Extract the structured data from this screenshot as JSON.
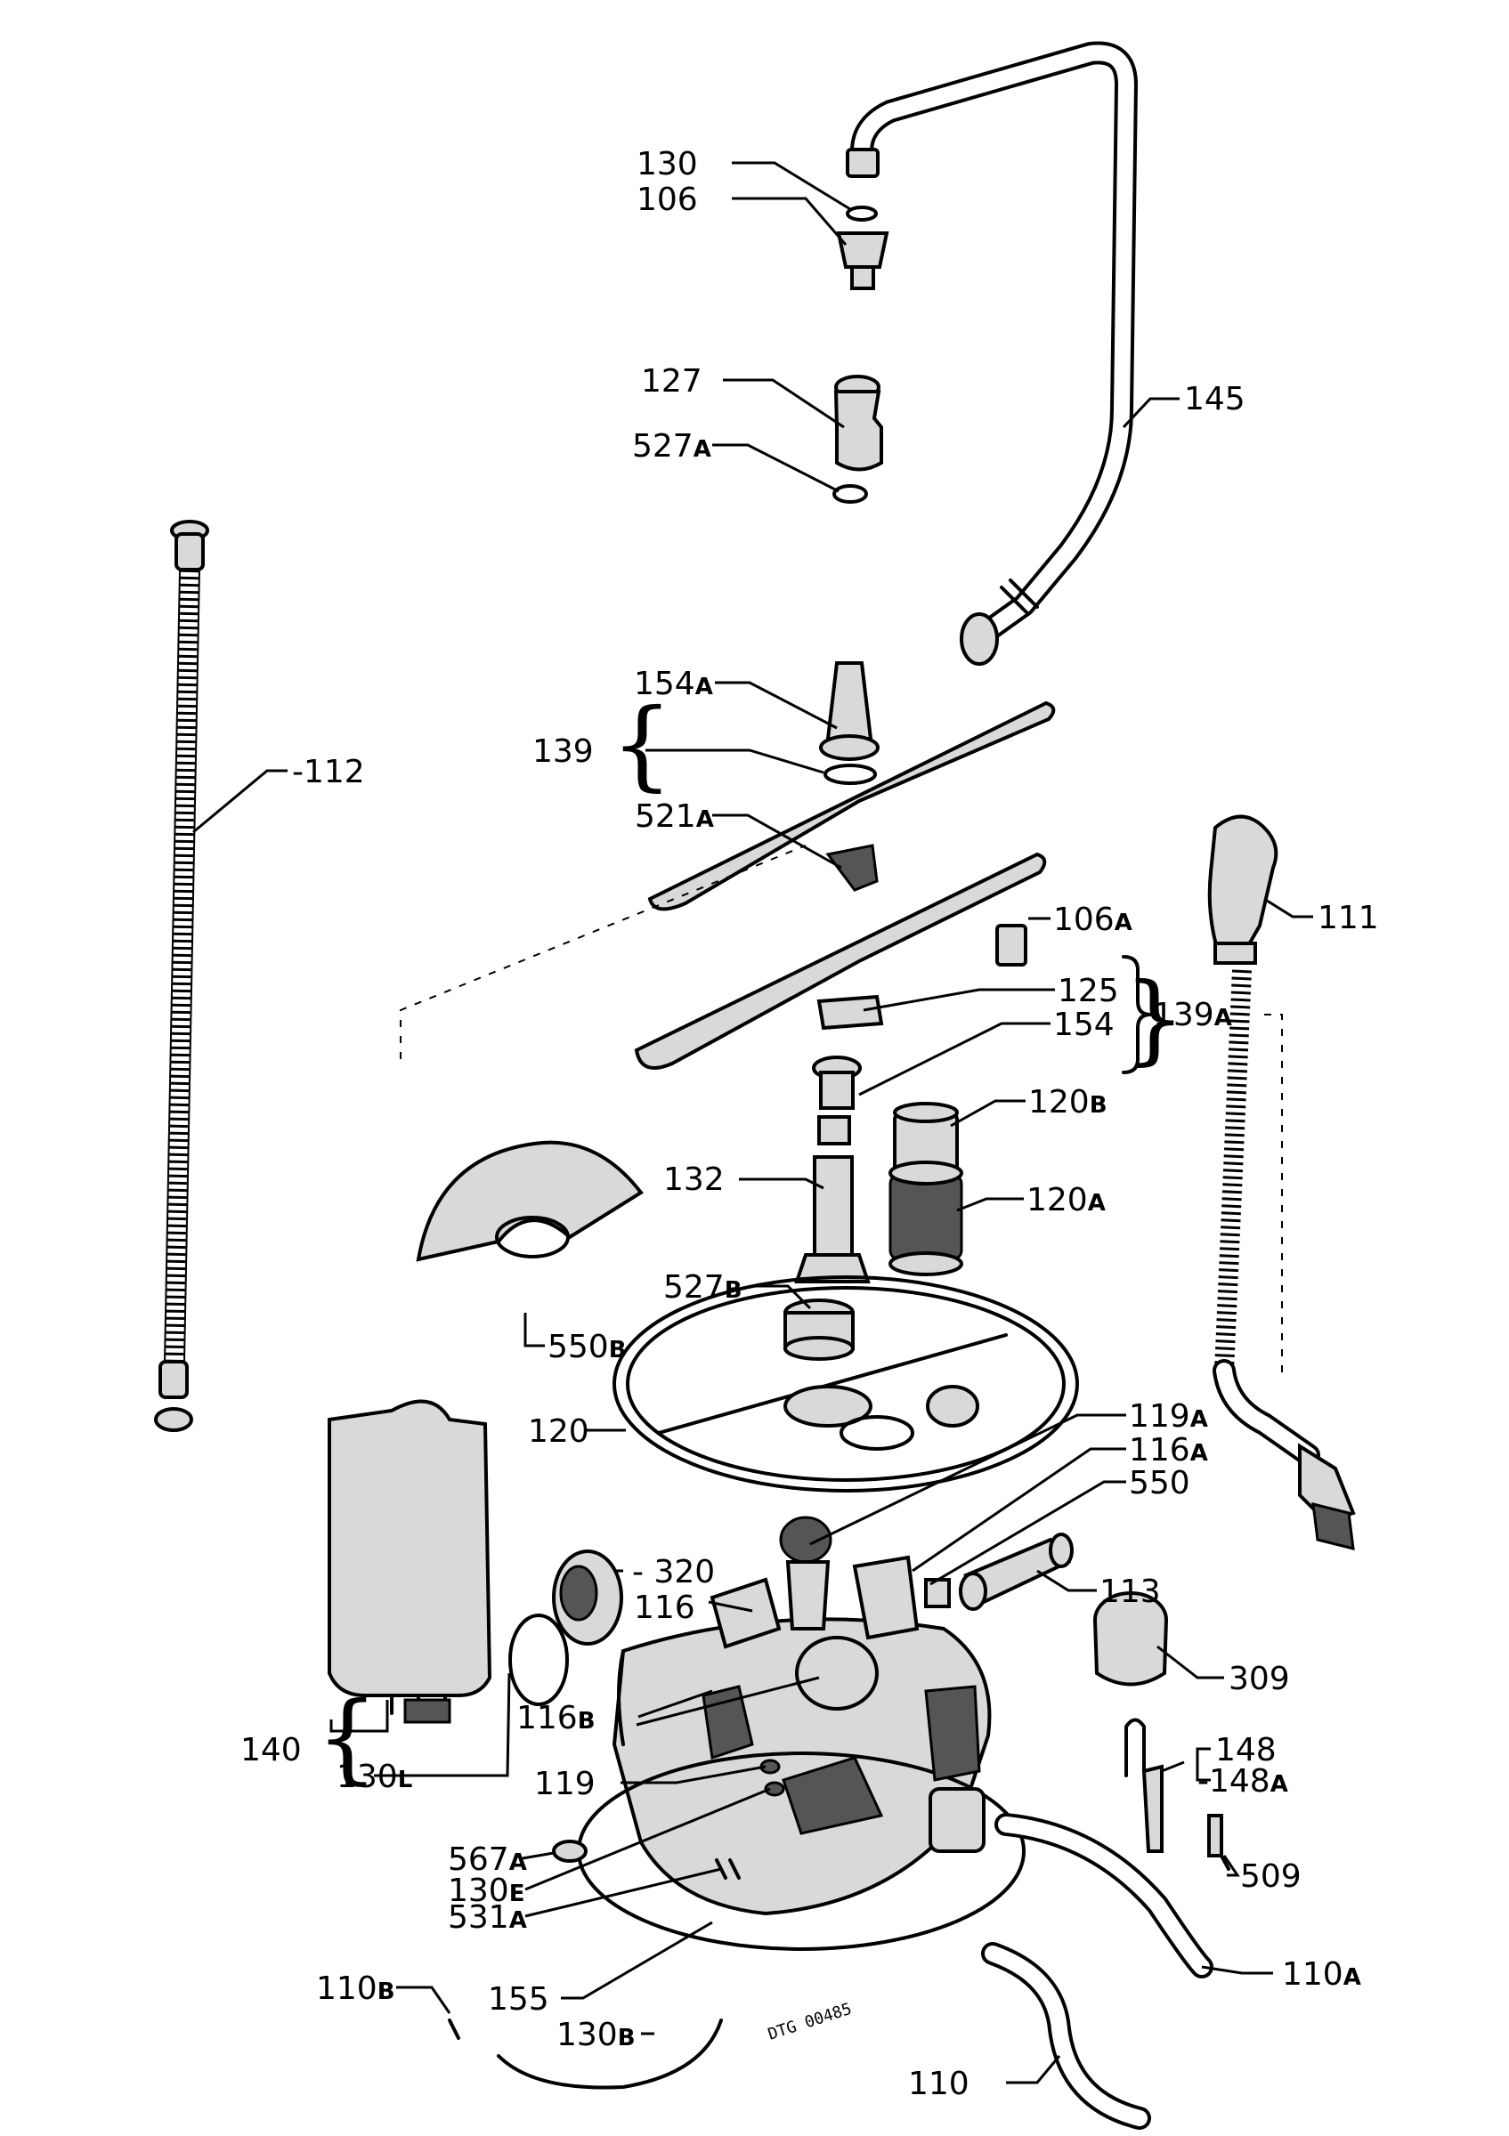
{
  "labels": [
    {
      "id": "130_top",
      "num": "130",
      "sub": ""
    },
    {
      "id": "106",
      "num": "106",
      "sub": ""
    },
    {
      "id": "127",
      "num": "127",
      "sub": ""
    },
    {
      "id": "527a",
      "num": "527",
      "sub": "A"
    },
    {
      "id": "145",
      "num": "145",
      "sub": ""
    },
    {
      "id": "112",
      "num": "112",
      "sub": ""
    },
    {
      "id": "154a",
      "num": "154",
      "sub": "A"
    },
    {
      "id": "139",
      "num": "139",
      "sub": ""
    },
    {
      "id": "521a",
      "num": "521",
      "sub": "A"
    },
    {
      "id": "111",
      "num": "111",
      "sub": ""
    },
    {
      "id": "106a",
      "num": "106",
      "sub": "A"
    },
    {
      "id": "139a",
      "num": "139",
      "sub": "A"
    },
    {
      "id": "125",
      "num": "125",
      "sub": ""
    },
    {
      "id": "154",
      "num": "154",
      "sub": ""
    },
    {
      "id": "120b",
      "num": "120",
      "sub": "B"
    },
    {
      "id": "132",
      "num": "132",
      "sub": ""
    },
    {
      "id": "120a",
      "num": "120",
      "sub": "A"
    },
    {
      "id": "527b",
      "num": "527",
      "sub": "B"
    },
    {
      "id": "550b",
      "num": "550",
      "sub": "B"
    },
    {
      "id": "120",
      "num": "120",
      "sub": ""
    },
    {
      "id": "119a",
      "num": "119",
      "sub": "A"
    },
    {
      "id": "116a",
      "num": "116",
      "sub": "A"
    },
    {
      "id": "550",
      "num": "550",
      "sub": ""
    },
    {
      "id": "320",
      "num": "320",
      "sub": ""
    },
    {
      "id": "116",
      "num": "116",
      "sub": ""
    },
    {
      "id": "113",
      "num": "113",
      "sub": ""
    },
    {
      "id": "309",
      "num": "309",
      "sub": ""
    },
    {
      "id": "116b",
      "num": "116",
      "sub": "B"
    },
    {
      "id": "140",
      "num": "140",
      "sub": ""
    },
    {
      "id": "130l",
      "num": "130",
      "sub": "L"
    },
    {
      "id": "119",
      "num": "119",
      "sub": ""
    },
    {
      "id": "148",
      "num": "148",
      "sub": ""
    },
    {
      "id": "148a",
      "num": "148",
      "sub": "A"
    },
    {
      "id": "567a",
      "num": "567",
      "sub": "A"
    },
    {
      "id": "509",
      "num": "509",
      "sub": ""
    },
    {
      "id": "130e",
      "num": "130",
      "sub": "E"
    },
    {
      "id": "531a",
      "num": "531",
      "sub": "A"
    },
    {
      "id": "110a",
      "num": "110",
      "sub": "A"
    },
    {
      "id": "110b",
      "num": "110",
      "sub": "B"
    },
    {
      "id": "155",
      "num": "155",
      "sub": ""
    },
    {
      "id": "130b",
      "num": "130",
      "sub": "B"
    },
    {
      "id": "110",
      "num": "110",
      "sub": ""
    }
  ],
  "stamp": "DTG 00485"
}
